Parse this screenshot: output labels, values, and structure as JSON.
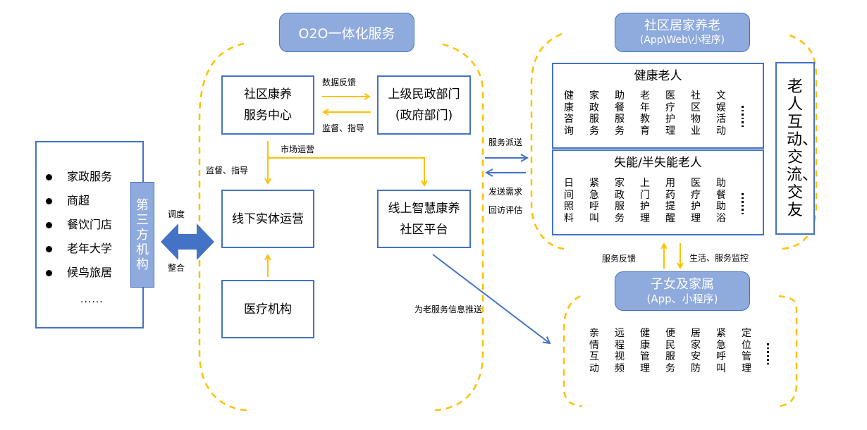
{
  "colors": {
    "box_border": "#4472c4",
    "pill_fill": "#8faadc",
    "dashed_yellow": "#ffc000",
    "arrow_blue": "#4472c4",
    "arrow_yellow": "#ffc000"
  },
  "left_panel": {
    "items": [
      "家政服务",
      "商超",
      "餐饮门店",
      "老年大学",
      "候鸟旅居"
    ],
    "ellipsis": "......",
    "third_party_label": "第三方机构"
  },
  "left_arrow_labels": {
    "top": "调度",
    "bottom": "整合"
  },
  "o2o": {
    "title": "O2O一体化服务",
    "community_center": [
      "社区康养",
      "服务中心"
    ],
    "gov_department": [
      "上级民政部门",
      "(政府部门)"
    ],
    "offline": "线下实体运营",
    "online": [
      "线上智慧康养",
      "社区平台"
    ],
    "medical": "医疗机构",
    "edge_labels": {
      "data_feedback": "数据反馈",
      "supervise_guide_top": "监督、指导",
      "market_ops": "市场运营",
      "supervise_guide_left": "监督、指导",
      "info_push": "为老服务信息推送"
    }
  },
  "middle_arrow_labels": {
    "dispatch": "服务派送",
    "send_demand": "发送需求",
    "revisit": "回访评估"
  },
  "home_care": {
    "title": "社区居家养老",
    "subtitle": "(App\\Web\\小程序)",
    "healthy": {
      "title": "健康老人",
      "services": [
        "健康咨询",
        "家政服务",
        "助餐服务",
        "老年教育",
        "医疗护理",
        "社区物业",
        "文娱活动"
      ]
    },
    "disabled": {
      "title": "失能/半失能老人",
      "services": [
        "日间照料",
        "紧急呼叫",
        "家政服务",
        "上门护理",
        "用药提醒",
        "医疗护理",
        "助餐助浴"
      ]
    },
    "interaction": "老人互动、交流、交友"
  },
  "family_arrow_labels": {
    "feedback": "服务反馈",
    "monitor": "生活、服务监控"
  },
  "family": {
    "title": "子女及家属",
    "subtitle": "(App、小程序)",
    "services": [
      "亲情互动",
      "远程视频",
      "健康管理",
      "便民服务",
      "居家安防",
      "紧急呼叫",
      "定位管理"
    ]
  }
}
